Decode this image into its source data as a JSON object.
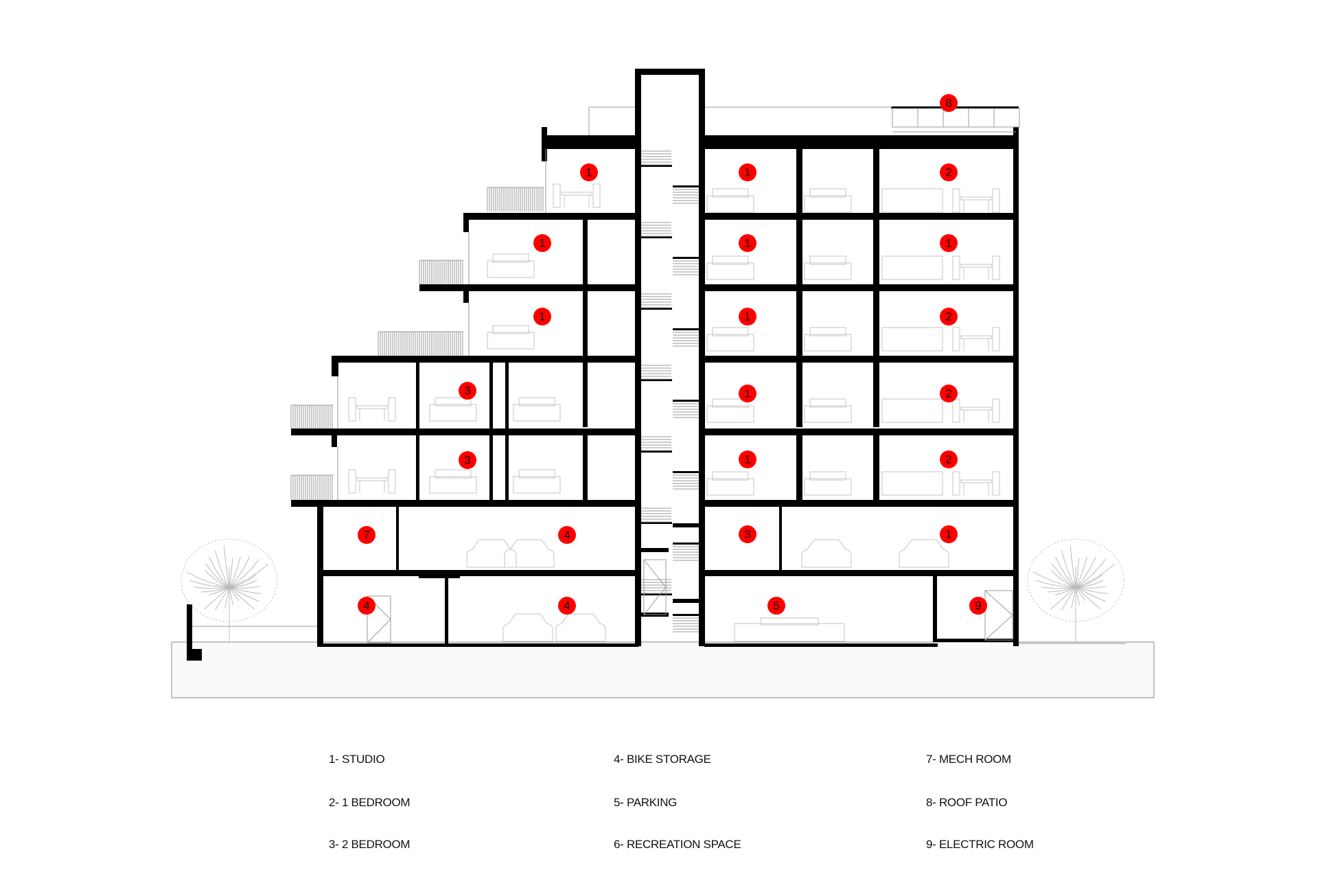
{
  "colors": {
    "structure": "#000000",
    "marker": "#ff0000",
    "furniture": "#bbbbbb",
    "ground": "#888888"
  },
  "markers": [
    {
      "label": "1"
    },
    {
      "label": "1"
    },
    {
      "label": "2"
    },
    {
      "label": "1"
    },
    {
      "label": "1"
    },
    {
      "label": "1"
    },
    {
      "label": "1"
    },
    {
      "label": "1"
    },
    {
      "label": "2"
    },
    {
      "label": "3"
    },
    {
      "label": "1"
    },
    {
      "label": "2"
    },
    {
      "label": "3"
    },
    {
      "label": "1"
    },
    {
      "label": "2"
    },
    {
      "label": "7"
    },
    {
      "label": "4"
    },
    {
      "label": "3"
    },
    {
      "label": "1"
    },
    {
      "label": "4"
    },
    {
      "label": "4"
    },
    {
      "label": "5"
    },
    {
      "label": "9"
    },
    {
      "label": "8"
    }
  ],
  "legend": [
    {
      "text": "1- STUDIO"
    },
    {
      "text": "2- 1 BEDROOM"
    },
    {
      "text": "3- 2 BEDROOM"
    },
    {
      "text": "4- BIKE STORAGE"
    },
    {
      "text": "5- PARKING"
    },
    {
      "text": "6- RECREATION SPACE"
    },
    {
      "text": "7- MECH ROOM"
    },
    {
      "text": "8- ROOF PATIO"
    },
    {
      "text": "9- ELECTRIC ROOM"
    }
  ]
}
